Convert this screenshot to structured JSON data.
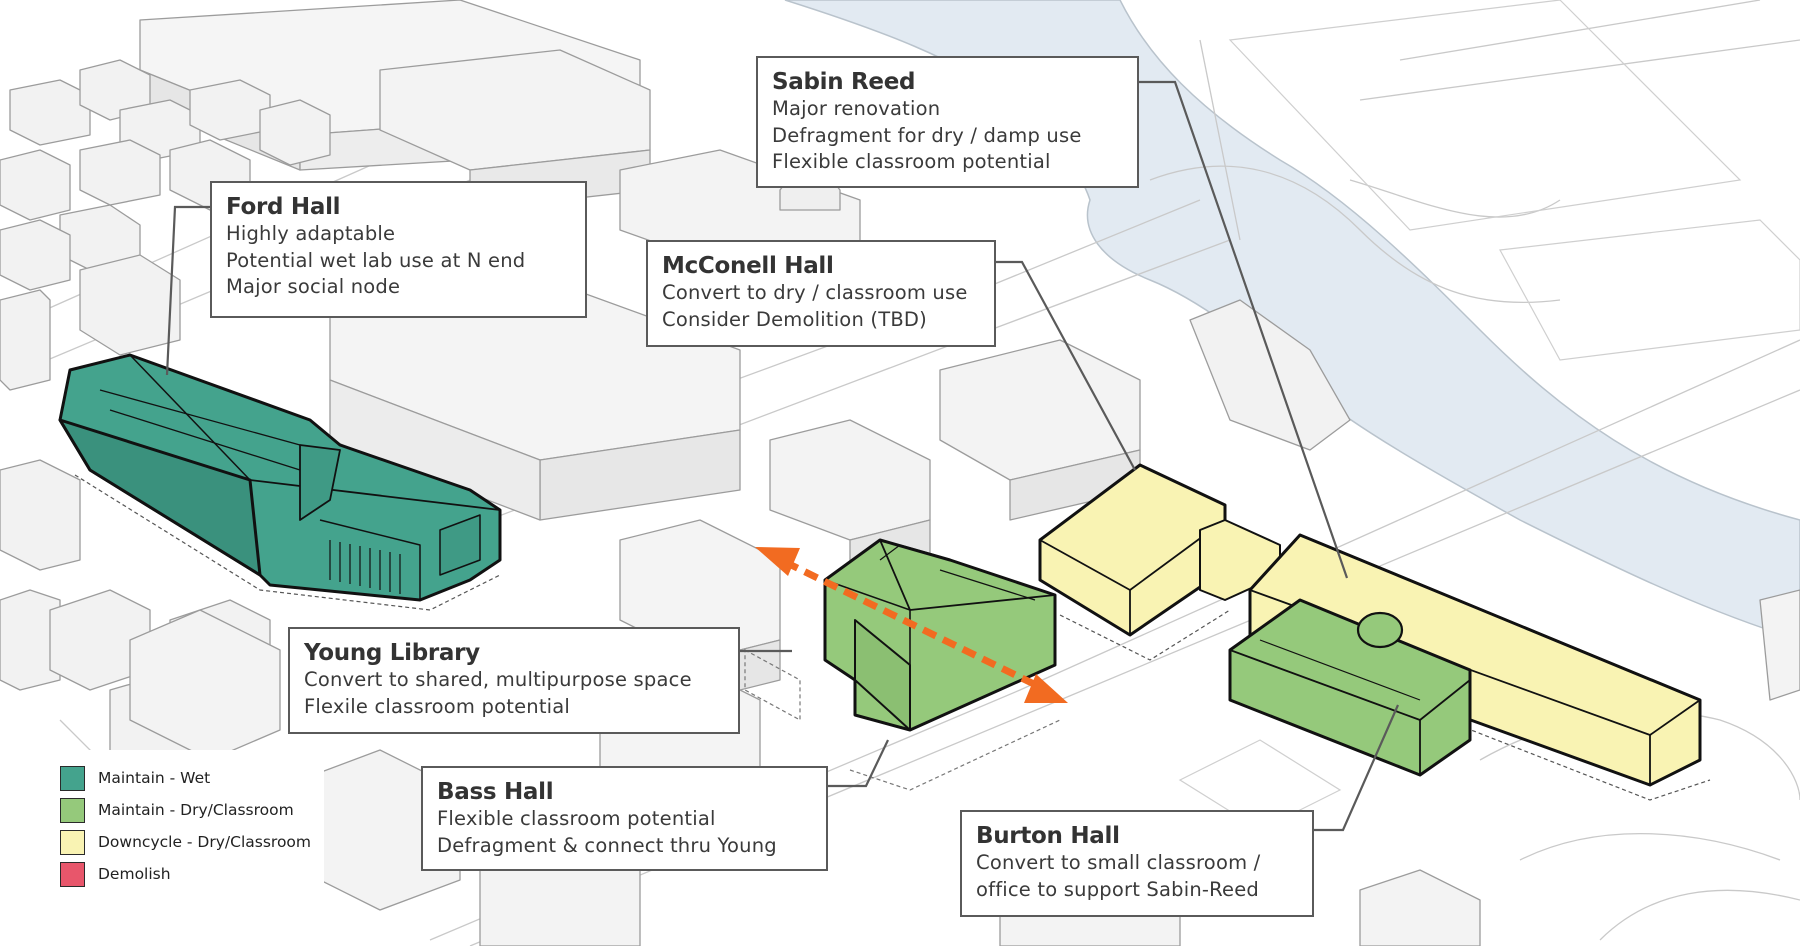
{
  "colors": {
    "wet": "#44a38d",
    "dry": "#95c97b",
    "downcycle": "#f9f3b3",
    "demolish": "#e8566b",
    "river": "#e2eaf2",
    "context_fill": "#f3f3f3",
    "context_stroke": "#aaaaaa",
    "arrow": "#f26b21"
  },
  "callouts": [
    {
      "id": "sabin-reed",
      "title": "Sabin Reed",
      "lines": [
        "Major renovation",
        "Defragment for dry / damp use",
        "Flexible classroom potential"
      ]
    },
    {
      "id": "ford-hall",
      "title": "Ford Hall",
      "lines": [
        "Highly adaptable",
        "Potential wet lab use at N end",
        "Major social node"
      ]
    },
    {
      "id": "mcconell-hall",
      "title": "McConell Hall",
      "lines": [
        "Convert to dry / classroom use",
        "Consider Demolition (TBD)"
      ]
    },
    {
      "id": "young-library",
      "title": "Young Library",
      "lines": [
        "Convert to shared, multipurpose space",
        "Flexile classroom potential"
      ]
    },
    {
      "id": "bass-hall",
      "title": "Bass Hall",
      "lines": [
        "Flexible classroom potential",
        "Defragment & connect thru Young"
      ]
    },
    {
      "id": "burton-hall",
      "title": "Burton Hall",
      "lines": [
        "Convert to small classroom /",
        "office to support Sabin-Reed"
      ]
    }
  ],
  "legend": [
    {
      "label": "Maintain - Wet",
      "color": "#44a38d"
    },
    {
      "label": "Maintain - Dry/Classroom",
      "color": "#95c97b"
    },
    {
      "label": "Downcycle - Dry/Classroom",
      "color": "#f9f3b3"
    },
    {
      "label": "Demolish",
      "color": "#e8566b"
    }
  ],
  "map_icons": [
    "connection-arrow-icon"
  ]
}
